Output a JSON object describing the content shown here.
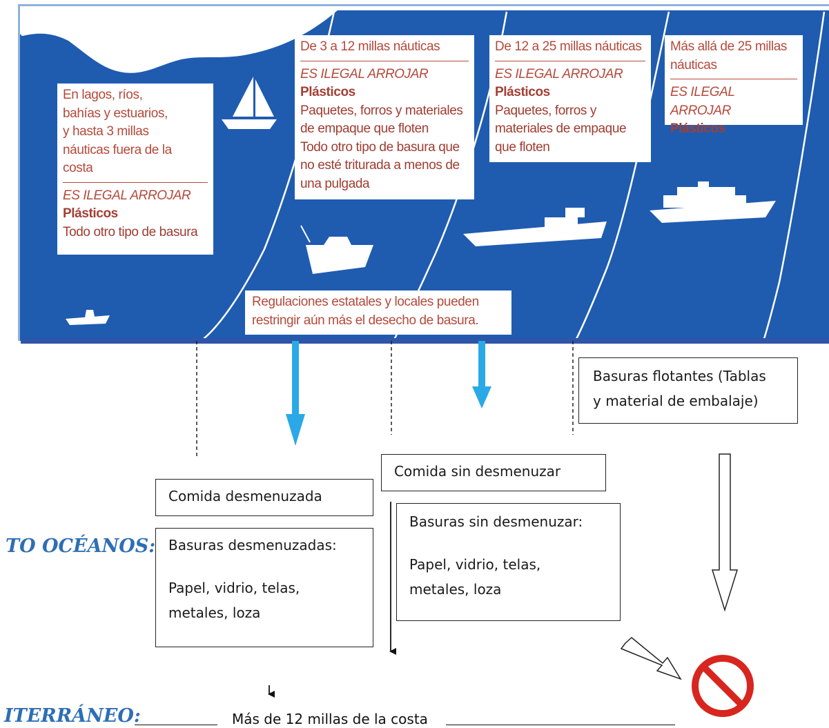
{
  "chart_data": {
    "type": "diagram",
    "zones": [
      {
        "id": "zone-coastal",
        "lines": [
          "En lagos, ríos,",
          "bahías y estuarios,",
          "y hasta 3 millas",
          "náuticas fuera de la",
          "costa"
        ],
        "ilegal": "ES ILEGAL ARROJAR",
        "bold": "Plásticos",
        "body": [
          "Todo otro tipo de basura"
        ]
      },
      {
        "id": "zone-3-12",
        "lines": [
          "De 3 a 12 millas náuticas"
        ],
        "ilegal": "ES ILEGAL ARROJAR",
        "bold": "Plásticos",
        "body": [
          "Paquetes, forros y materiales",
          "de empaque que floten",
          "Todo otro tipo de basura que",
          "no esté triturada a menos de",
          "una pulgada"
        ]
      },
      {
        "id": "zone-12-25",
        "lines": [
          "De 12 a 25 millas náuticas"
        ],
        "ilegal": "ES ILEGAL ARROJAR",
        "bold": "Plásticos",
        "body": [
          "Paquetes, forros y",
          "materiales de empaque",
          "que floten"
        ]
      },
      {
        "id": "zone-25-plus",
        "lines": [
          "Más allá de 25 millas",
          "náuticas"
        ],
        "ilegal": "ES ILEGAL ARROJAR",
        "bold": "Plásticos",
        "body": []
      }
    ],
    "note": [
      "Regulaciones estatales y locales pueden",
      "restringir aún más el desecho de basura."
    ],
    "boxes": {
      "floating": [
        "Basuras flotantes (Tablas",
        "y material de embalaje)"
      ],
      "food_unground": "Comida sin desmenuzar",
      "food_ground": "Comida desmenuzada",
      "trash_unground_title": "Basuras sin desmenuzar:",
      "trash_unground_items": [
        "Papel, vidrio, telas,",
        "metales, loza"
      ],
      "trash_ground_title": "Basuras desmenuzadas:",
      "trash_ground_items": [
        "Papel, vidrio, telas,",
        "metales, loza"
      ]
    },
    "side_labels": {
      "oceans": "TO OCÉANOS:",
      "mediterranean": "ITERRÁNEO:"
    },
    "footer": "Más de 12 millas de la costa",
    "colors": {
      "sea": "#1f5cb0",
      "text_red": "#b5493b",
      "arrow_cyan": "#2aa9e6",
      "prohibited": "#d6261f",
      "label_blue": "#2e6fb4"
    }
  }
}
